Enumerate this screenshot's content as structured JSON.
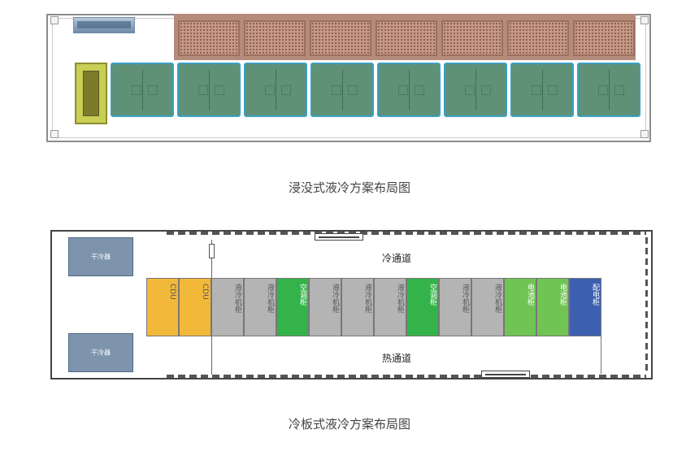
{
  "figures": [
    {
      "caption": "浸没式液冷方案布局图",
      "immersion_tanks": 8,
      "cooling_units": 7
    },
    {
      "caption": "冷板式液冷方案布局图",
      "cold_aisle": "冷通道",
      "hot_aisle": "热通道",
      "chiller_top": "干冷器",
      "chiller_bottom": "干冷器",
      "racks": [
        {
          "label": "CDU",
          "color": "#f2b83a"
        },
        {
          "label": "CDU",
          "color": "#f2b83a"
        },
        {
          "label": "液冷机柜",
          "color": "#b4b4b4"
        },
        {
          "label": "液冷机柜",
          "color": "#b4b4b4"
        },
        {
          "label": "空调柜",
          "color": "#34b34a"
        },
        {
          "label": "液冷机柜",
          "color": "#b4b4b4"
        },
        {
          "label": "液冷机柜",
          "color": "#b4b4b4"
        },
        {
          "label": "液冷机柜",
          "color": "#b4b4b4"
        },
        {
          "label": "空调柜",
          "color": "#34b34a"
        },
        {
          "label": "液冷机柜",
          "color": "#b4b4b4"
        },
        {
          "label": "液冷机柜",
          "color": "#b4b4b4"
        },
        {
          "label": "电池柜",
          "color": "#6fc453"
        },
        {
          "label": "电池柜",
          "color": "#6fc453"
        },
        {
          "label": "配电柜",
          "color": "#3d5fb0"
        }
      ]
    }
  ]
}
